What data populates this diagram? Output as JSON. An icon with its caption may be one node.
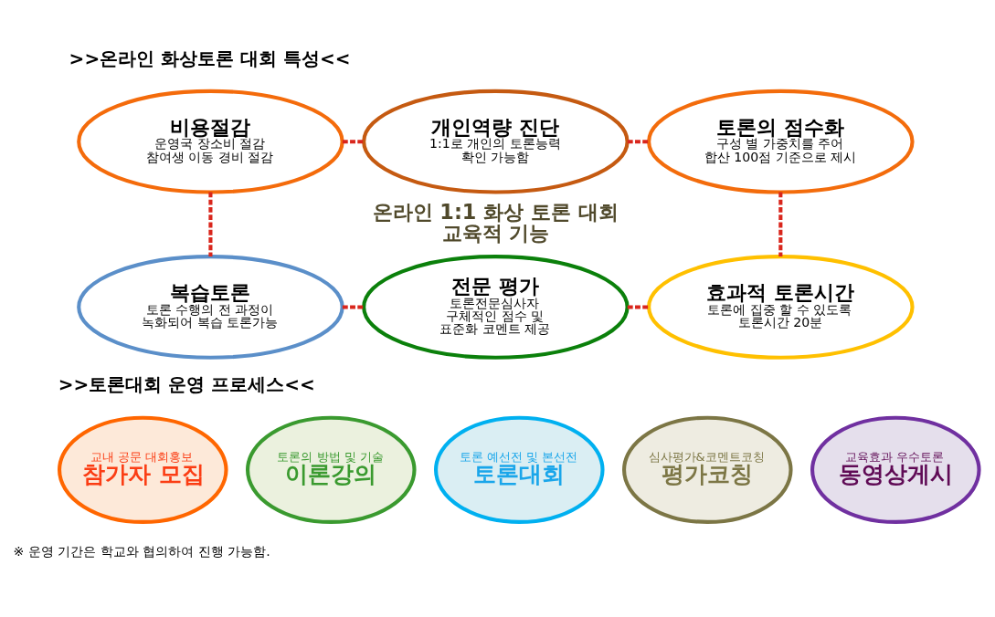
{
  "diagram": {
    "nodes": [
      {
        "text": [
          "비용절감",
          "운영국 장소비 절감 참여생 이동 경비 절감"
        ]
      },
      {
        "text": [
          "개인역량 진단",
          "1:1로 개인의 토론능력 확인 가능함"
        ]
      },
      {
        "text": [
          "토론의 점수화",
          "구성 별 가중치를 주어 합산 100점 기준으로 제시"
        ]
      },
      {
        "text": [
          "복습토론",
          "토론 수행의 전 과정이 녹화되어 복습 토론가능"
        ]
      },
      {
        "text": [
          "전문 평가",
          "토론전문심사자 구체적인 점수 및 표준화 코멘트 제공"
        ]
      },
      {
        "text": [
          "효과적 토론시간",
          "토론에 집중 할 수 있도록 토론시간 20분"
        ]
      },
      {
        "text": [
          "교내 공문 대회홍보",
          "참가자 모집"
        ]
      },
      {
        "text": [
          "토론의 방법 및 기술",
          "이론강의"
        ]
      },
      {
        "text": [
          "토론 예선전 및 본선전",
          "토론대회"
        ]
      },
      {
        "text": [
          "심사평가&코멘트코칭",
          "평가코칭"
        ]
      },
      {
        "text": [
          "교육효과 우수토론",
          "동영상게시"
        ]
      }
    ],
    "edges": [
      {
        "from": 0,
        "to": 1,
        "arrow": "none",
        "style": "dashed",
        "color": "#d9261c"
      },
      {
        "from": 1,
        "to": 2,
        "arrow": "none",
        "style": "dashed",
        "color": "#d9261c"
      },
      {
        "from": 2,
        "to": 5,
        "arrow": "none",
        "style": "dashed",
        "color": "#d9261c"
      },
      {
        "from": 4,
        "to": 5,
        "arrow": "none",
        "style": "dashed",
        "color": "#d9261c"
      },
      {
        "from": 3,
        "to": 4,
        "arrow": "none",
        "style": "dashed",
        "color": "#d9261c"
      },
      {
        "from": 0,
        "to": 3,
        "arrow": "none",
        "style": "dashed",
        "color": "#d9261c"
      }
    ],
    "labels": [
      ">>온라인 화상토론 대회 특성<<",
      "온라인 1:1 화상 토론 대회 교육적 기능",
      ">>토론대회 운영 프로세스<<",
      "※ 운영 기간은 학교와 협의하여 진행 가능함."
    ]
  }
}
